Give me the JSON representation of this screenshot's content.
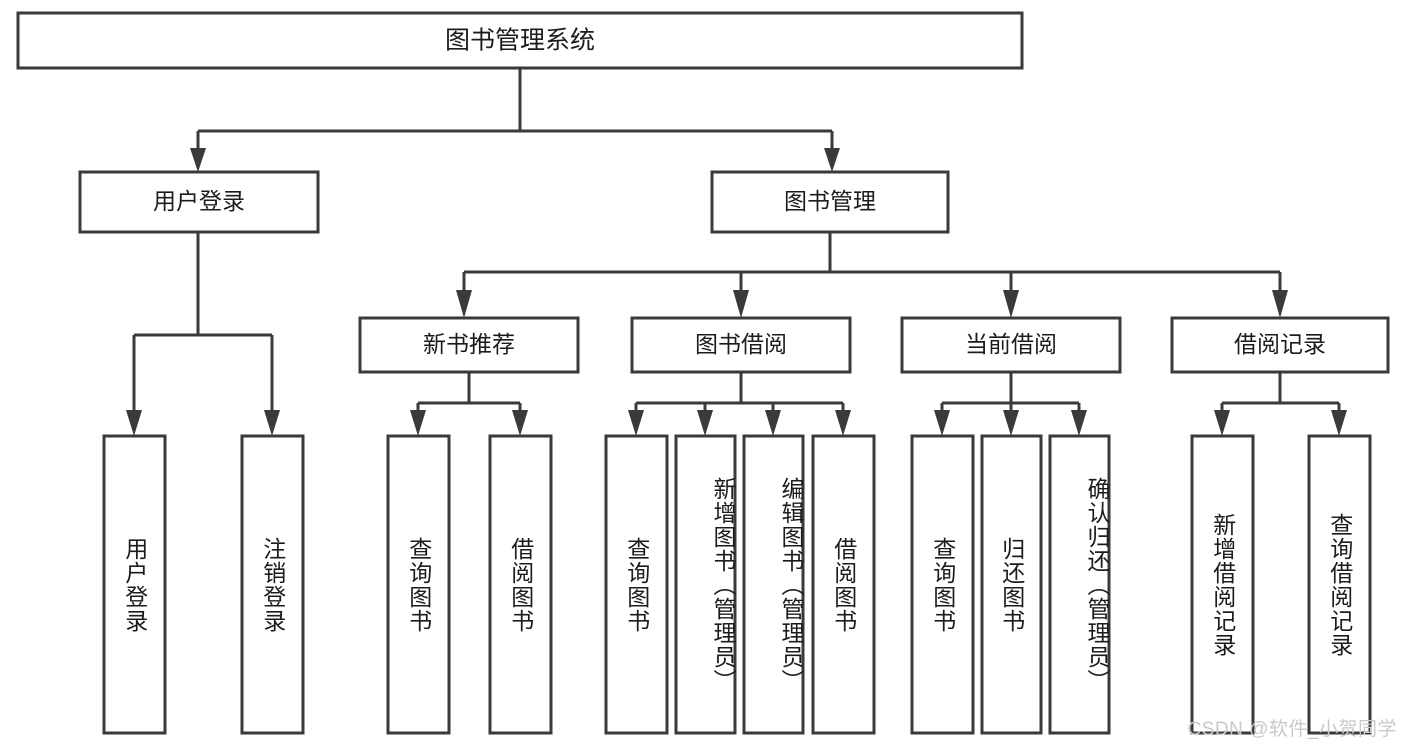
{
  "diagram": {
    "type": "hierarchy-tree",
    "title_node": {
      "label": "图书管理系统"
    },
    "level2": [
      {
        "id": "user-login",
        "label": "用户登录"
      },
      {
        "id": "book-management",
        "label": "图书管理"
      }
    ],
    "level3": [
      {
        "id": "new-book-recommend",
        "label": "新书推荐",
        "parent": "book-management"
      },
      {
        "id": "book-borrow",
        "label": "图书借阅",
        "parent": "book-management"
      },
      {
        "id": "current-borrow",
        "label": "当前借阅",
        "parent": "book-management"
      },
      {
        "id": "borrow-record",
        "label": "借阅记录",
        "parent": "book-management"
      }
    ],
    "leaves": [
      {
        "id": "leaf-user-login",
        "label": "用户登录",
        "parent": "user-login"
      },
      {
        "id": "leaf-logout-login",
        "label": "注销登录",
        "parent": "user-login"
      },
      {
        "id": "leaf-query-book-1",
        "label": "查询图书",
        "parent": "new-book-recommend"
      },
      {
        "id": "leaf-borrow-book-1",
        "label": "借阅图书",
        "parent": "new-book-recommend"
      },
      {
        "id": "leaf-query-book-2",
        "label": "查询图书",
        "parent": "book-borrow"
      },
      {
        "id": "leaf-add-book",
        "label": "新增图书（管理员）",
        "parent": "book-borrow"
      },
      {
        "id": "leaf-edit-book",
        "label": "编辑图书（管理员）",
        "parent": "book-borrow"
      },
      {
        "id": "leaf-borrow-book-2",
        "label": "借阅图书",
        "parent": "book-borrow"
      },
      {
        "id": "leaf-query-book-3",
        "label": "查询图书",
        "parent": "current-borrow"
      },
      {
        "id": "leaf-return-book",
        "label": "归还图书",
        "parent": "current-borrow"
      },
      {
        "id": "leaf-confirm-return",
        "label": "确认归还（管理员）",
        "parent": "current-borrow"
      },
      {
        "id": "leaf-add-record",
        "label": "新增借阅记录",
        "parent": "borrow-record"
      },
      {
        "id": "leaf-query-record",
        "label": "查询借阅记录",
        "parent": "borrow-record"
      }
    ]
  },
  "watermark": {
    "text": "CSDN @软件_小贺同学"
  },
  "colors": {
    "stroke": "#3a3a3a",
    "box_fill": "#ffffff",
    "text": "#1c1c1c",
    "watermark": "#c9c9c9",
    "background": "#ffffff"
  }
}
